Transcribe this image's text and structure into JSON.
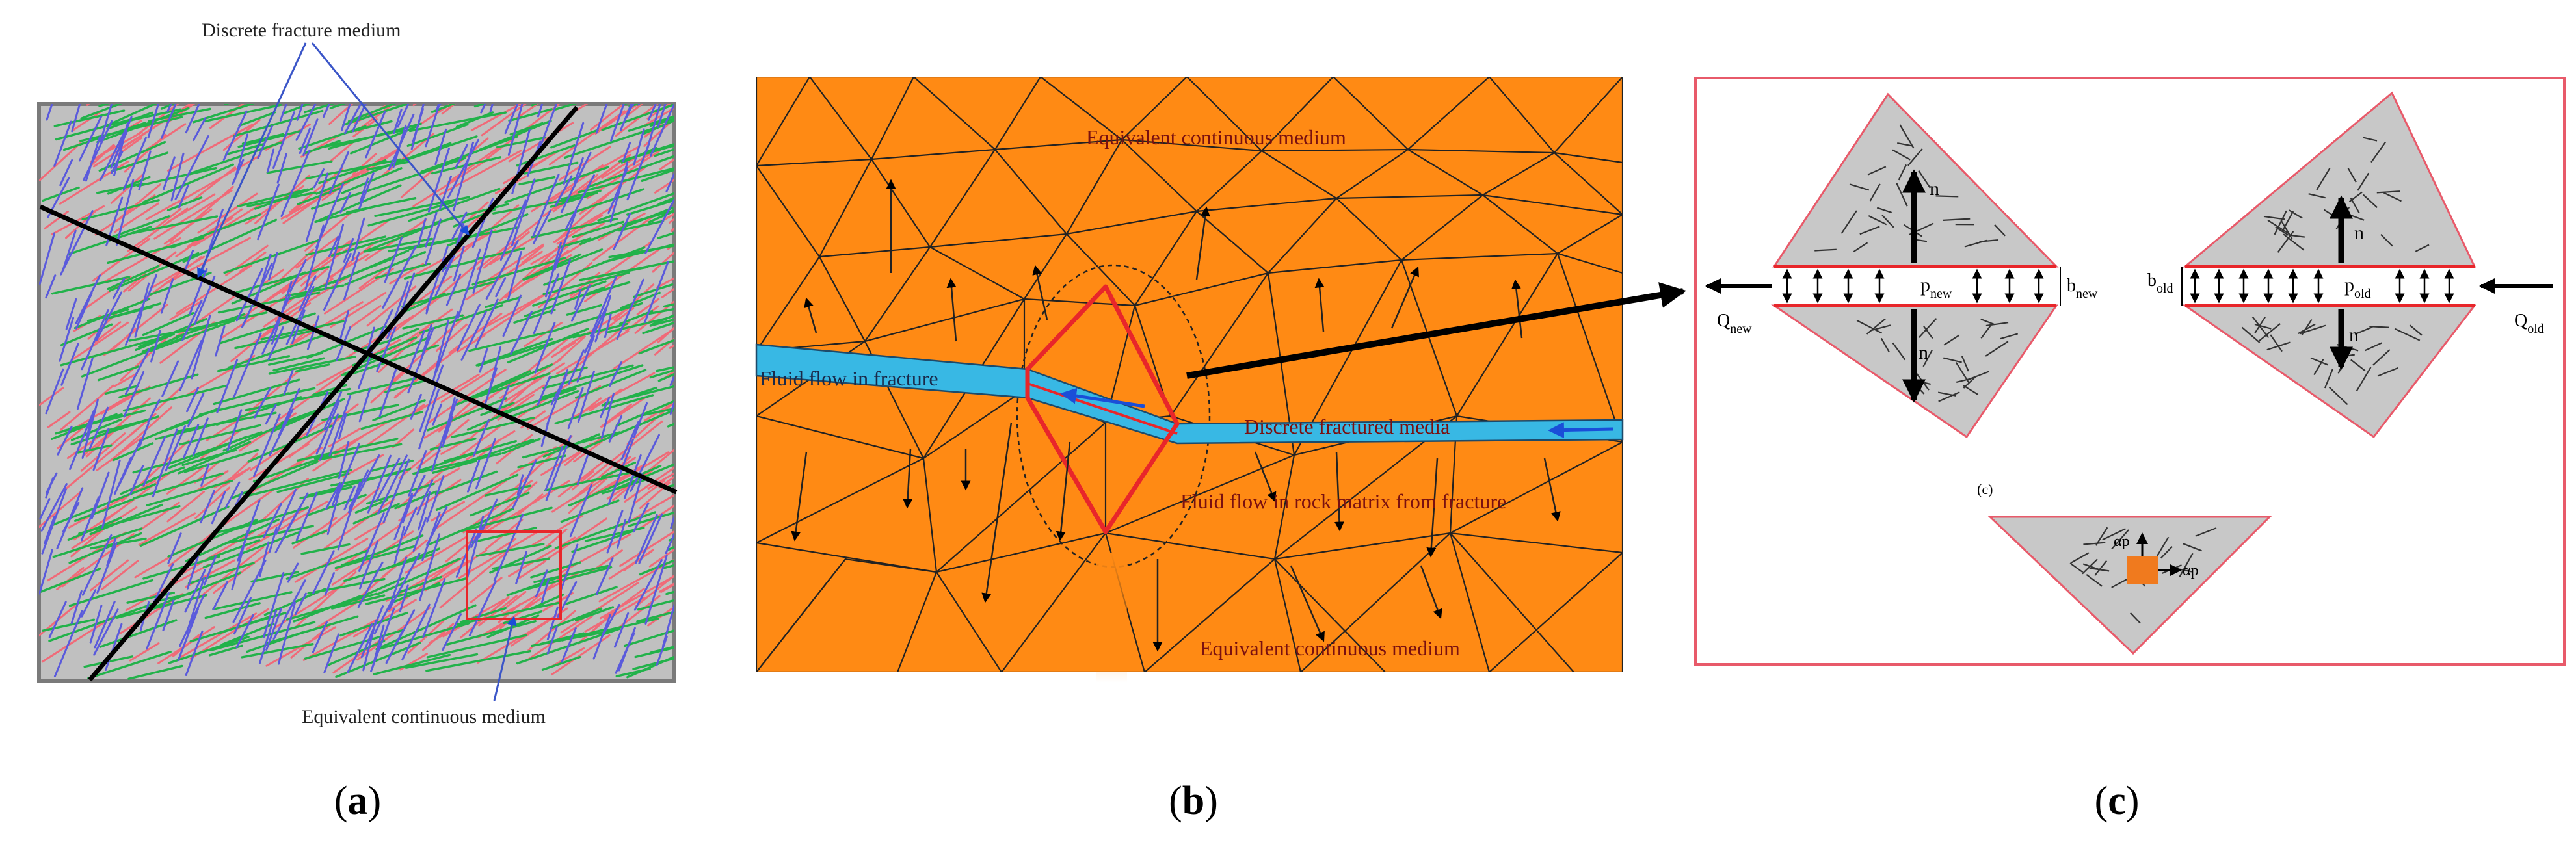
{
  "panel_a": {
    "label": "(a)",
    "label_letter": "a",
    "callout_top": "Discrete fracture medium",
    "callout_bottom": "Equivalent continuous medium",
    "colors": {
      "background": "#c0c0c0",
      "frac_red": "#f06a78",
      "frac_green": "#22b24a",
      "frac_blue": "#5a5adc",
      "border": "#7a7a7a",
      "box": "#e8262a"
    }
  },
  "panel_b": {
    "label": "(b)",
    "label_letter": "b",
    "text_top": "Equivalent continuous medium",
    "text_fracture_flow": "Fluid flow in  fracture",
    "text_discrete": "Discrete fractured media",
    "text_matrix_flow": "Fluid flow in rock matrix from fracture",
    "text_bottom": "Equivalent continuous medium",
    "colors": {
      "matrix": "#ff8a14",
      "fracture": "#38b8e4",
      "element": "#e8262a",
      "flow_arrow": "#1a4ed8"
    }
  },
  "panel_c": {
    "label": "(c)",
    "label_letter": "c",
    "sublabel": "(c)",
    "sym_Q": "Q",
    "sym_Q_new_sub": "new",
    "sym_Q_old_sub": "old",
    "sym_p": "p",
    "sym_p_new_sub": "new",
    "sym_p_old_sub": "old",
    "sym_b": "b",
    "sym_b_new_sub": "new",
    "sym_b_old_sub": "old",
    "sym_n": "n",
    "sym_ap": "αp",
    "colors": {
      "rock": "#c8c8c8",
      "border": "#e85a6a",
      "source": "#f07a1e"
    }
  }
}
